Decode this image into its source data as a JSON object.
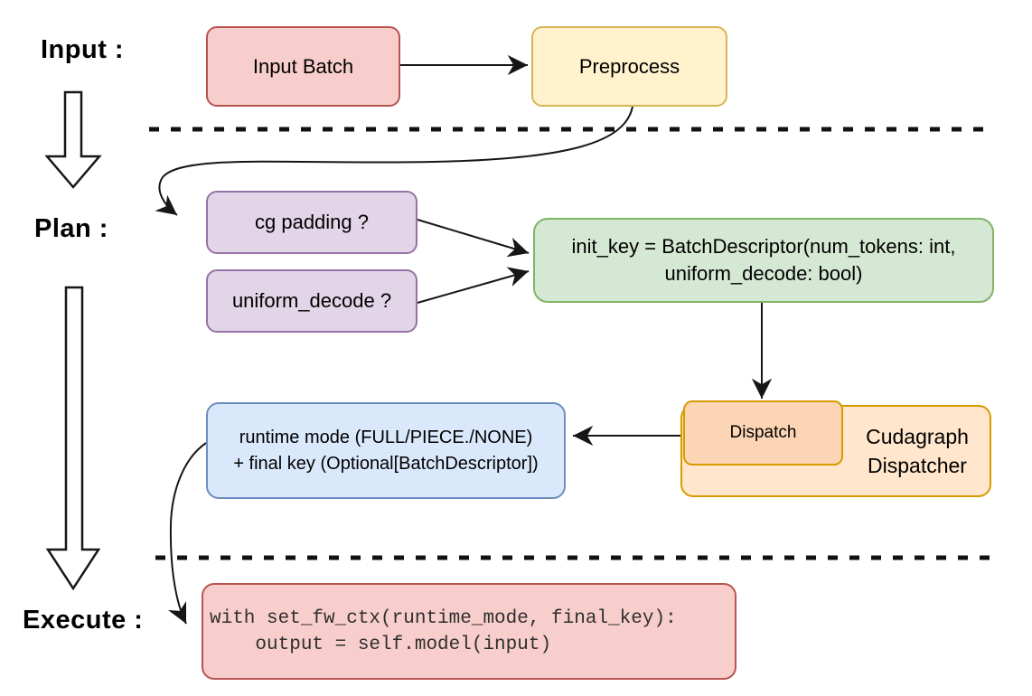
{
  "sections": {
    "input": "Input :",
    "plan": "Plan :",
    "execute": "Execute :"
  },
  "nodes": {
    "input_batch": {
      "label": "Input Batch",
      "fill": "#f8cecc",
      "stroke": "#b85450"
    },
    "preprocess": {
      "label": "Preprocess",
      "fill": "#fff2cc",
      "stroke": "#d6b656"
    },
    "cg_padding": {
      "label": "cg padding ?",
      "fill": "#e1d5e7",
      "stroke": "#9673a6"
    },
    "uniform_decode": {
      "label": "uniform_decode ?",
      "fill": "#e1d5e7",
      "stroke": "#9673a6"
    },
    "init_key": {
      "line1": "init_key = BatchDescriptor(num_tokens: int,",
      "line2": "uniform_decode: bool)",
      "fill": "#d5e8d4",
      "stroke": "#82b366"
    },
    "runtime_mode": {
      "line1": "runtime mode (FULL/PIECE./NONE)",
      "line2": "+ final key (Optional[BatchDescriptor])",
      "fill": "#dae8fc",
      "stroke": "#6c8ebf"
    },
    "dispatch": {
      "label": "Dispatch",
      "fill": "#fcd5b4",
      "stroke": "#d79b00"
    },
    "cudagraph_dispatcher": {
      "line1": "Cudagraph",
      "line2": "Dispatcher",
      "fill": "#ffe6cc",
      "stroke": "#d79b00"
    },
    "execute_code": {
      "line1": "with set_fw_ctx(runtime_mode, final_key):",
      "line2": "    output = self.model(input)",
      "fill": "#f8cecc",
      "stroke": "#b85450"
    }
  },
  "connector_color": "#161616"
}
